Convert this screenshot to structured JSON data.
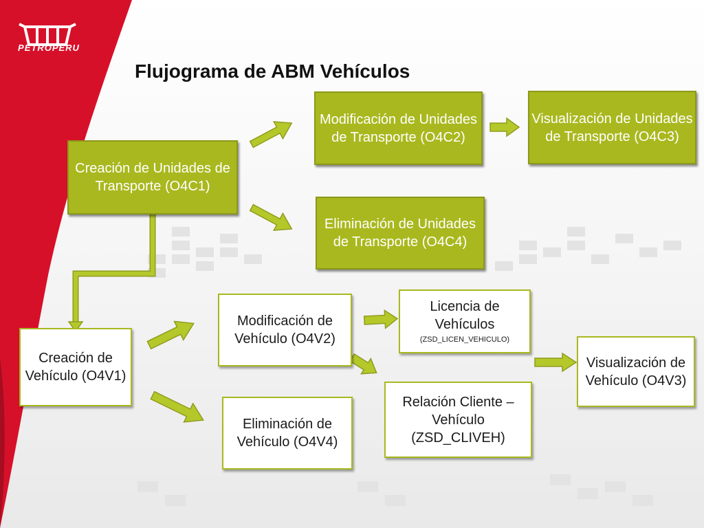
{
  "header": {
    "brand": "PETROPERU",
    "title": "Flujograma de ABM Vehículos"
  },
  "colors": {
    "accent_red": "#d7102a",
    "box_green": "#a9b81e",
    "box_border_green": "#8b9818",
    "arrow_green": "#b5c82a"
  },
  "icons": {
    "logo": "petroperu-emblem-icon",
    "arrow": "block-arrow-icon"
  },
  "transport_boxes": {
    "creacion": "Creación de Unidades de Transporte (O4C1)",
    "modificacion": "Modificación de Unidades de Transporte (O4C2)",
    "visualizacion": "Visualización de Unidades de Transporte (O4C3)",
    "eliminacion": "Eliminación de Unidades de Transporte (O4C4)"
  },
  "vehicle_boxes": {
    "creacion": "Creación de Vehículo (O4V1)",
    "modificacion": "Modificación de Vehículo (O4V2)",
    "eliminacion": "Eliminación de Vehículo (O4V4)",
    "licencia": "Licencia de Vehículos",
    "licencia_code": "(ZSD_LICEN_VEHICULO)",
    "relacion": "Relación Cliente – Vehículo (ZSD_CLIVEH)",
    "visualizacion": "Visualización de Vehículo (O4V3)"
  }
}
